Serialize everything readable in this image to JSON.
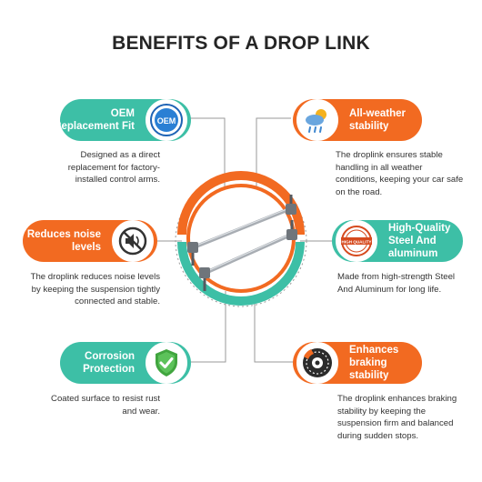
{
  "title": "BENEFITS OF A DROP LINK",
  "colors": {
    "teal": "#3dbfa6",
    "orange": "#f26a21",
    "title": "#252525",
    "line": "#9a9a9a"
  },
  "benefits": [
    {
      "title": "OEM Replacement Fit",
      "icon": "oem-badge-icon",
      "badge_text": "OEM",
      "description": "Designed as a direct replacement for factory-installed control arms."
    },
    {
      "title": "All-weather stability",
      "icon": "weather-icon",
      "description": "The droplink ensures stable handling in all weather conditions, keeping your car safe on the road."
    },
    {
      "title": "Reduces noise levels",
      "icon": "no-noise-icon",
      "description": "The droplink reduces noise levels by keeping the suspension tightly connected and stable."
    },
    {
      "title": "High-Quality Steel And aluminum",
      "icon": "high-quality-badge-icon",
      "badge_text": "HIGH QUALITY",
      "description": "Made from high-strength Steel And Aluminum for long life."
    },
    {
      "title": "Corrosion Protection",
      "icon": "shield-check-icon",
      "description": "Coated surface to resist rust and wear."
    },
    {
      "title": "Enhances braking stability",
      "icon": "brake-disc-icon",
      "description": "The droplink enhances braking stability by keeping the suspension firm and balanced during sudden stops."
    }
  ]
}
